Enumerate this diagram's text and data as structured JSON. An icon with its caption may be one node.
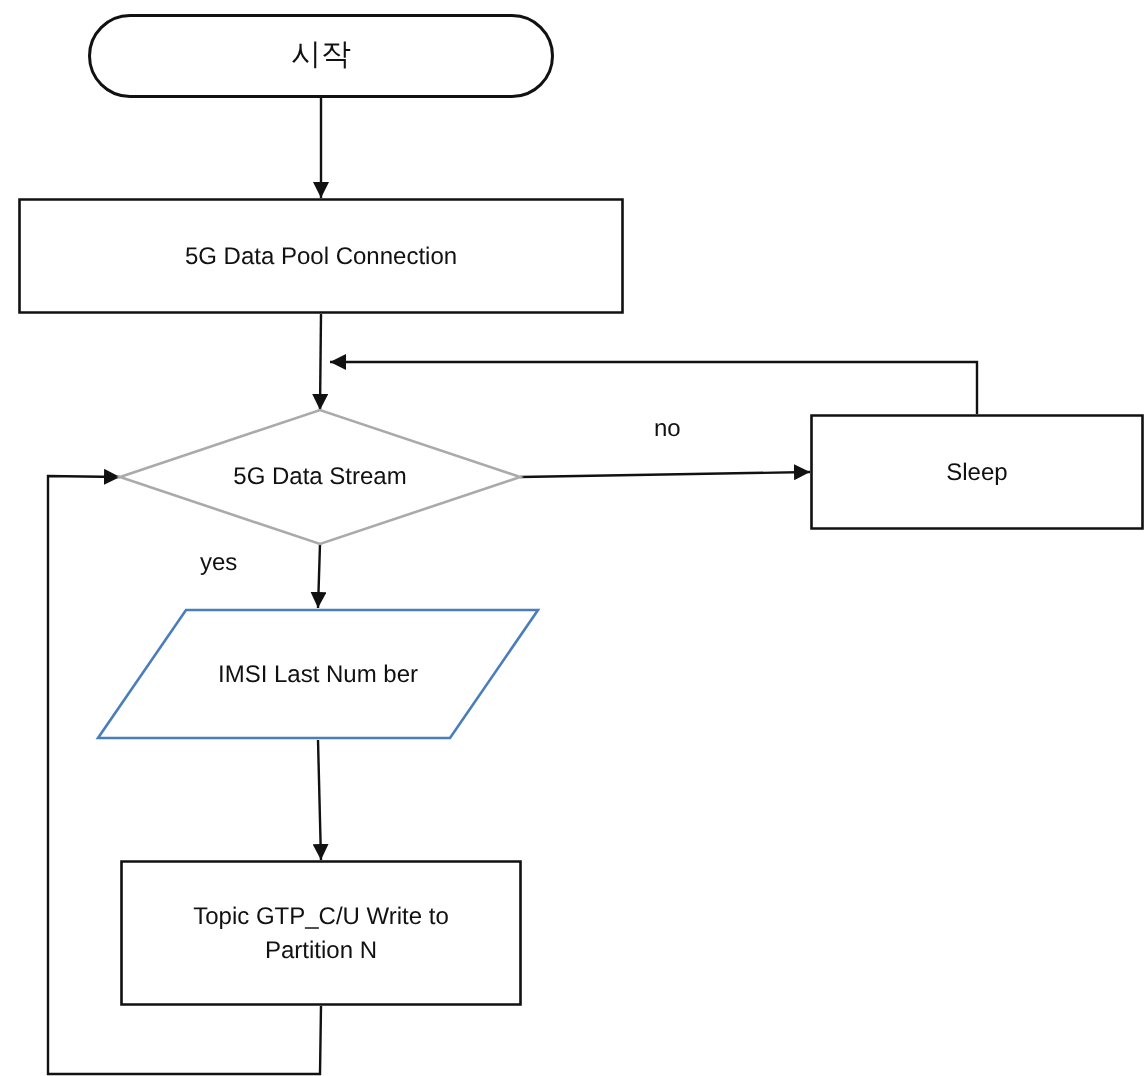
{
  "diagram": {
    "nodes": [
      {
        "text": [
          "시작"
        ]
      },
      {
        "text": [
          "5G Data Pool Connection"
        ]
      },
      {
        "text": [
          "5G Data Stream"
        ]
      },
      {
        "text": [
          "Sleep"
        ]
      },
      {
        "text": [
          "IMSI Last Num ber"
        ]
      },
      {
        "text": [
          "Topic GTP_C/U Write to Partition N"
        ]
      }
    ],
    "edges": [
      {
        "from": 0,
        "to": 1,
        "arrow": "to"
      },
      {
        "from": 1,
        "to": 2,
        "arrow": "to"
      },
      {
        "from": 2,
        "to": 3,
        "arrow": "to",
        "label": "no"
      },
      {
        "from": 3,
        "to": 2,
        "arrow": "to"
      },
      {
        "from": 2,
        "to": 4,
        "arrow": "to",
        "label": "yes"
      },
      {
        "from": 4,
        "to": 5,
        "arrow": "to"
      },
      {
        "from": 5,
        "to": 2,
        "arrow": "to"
      }
    ]
  }
}
